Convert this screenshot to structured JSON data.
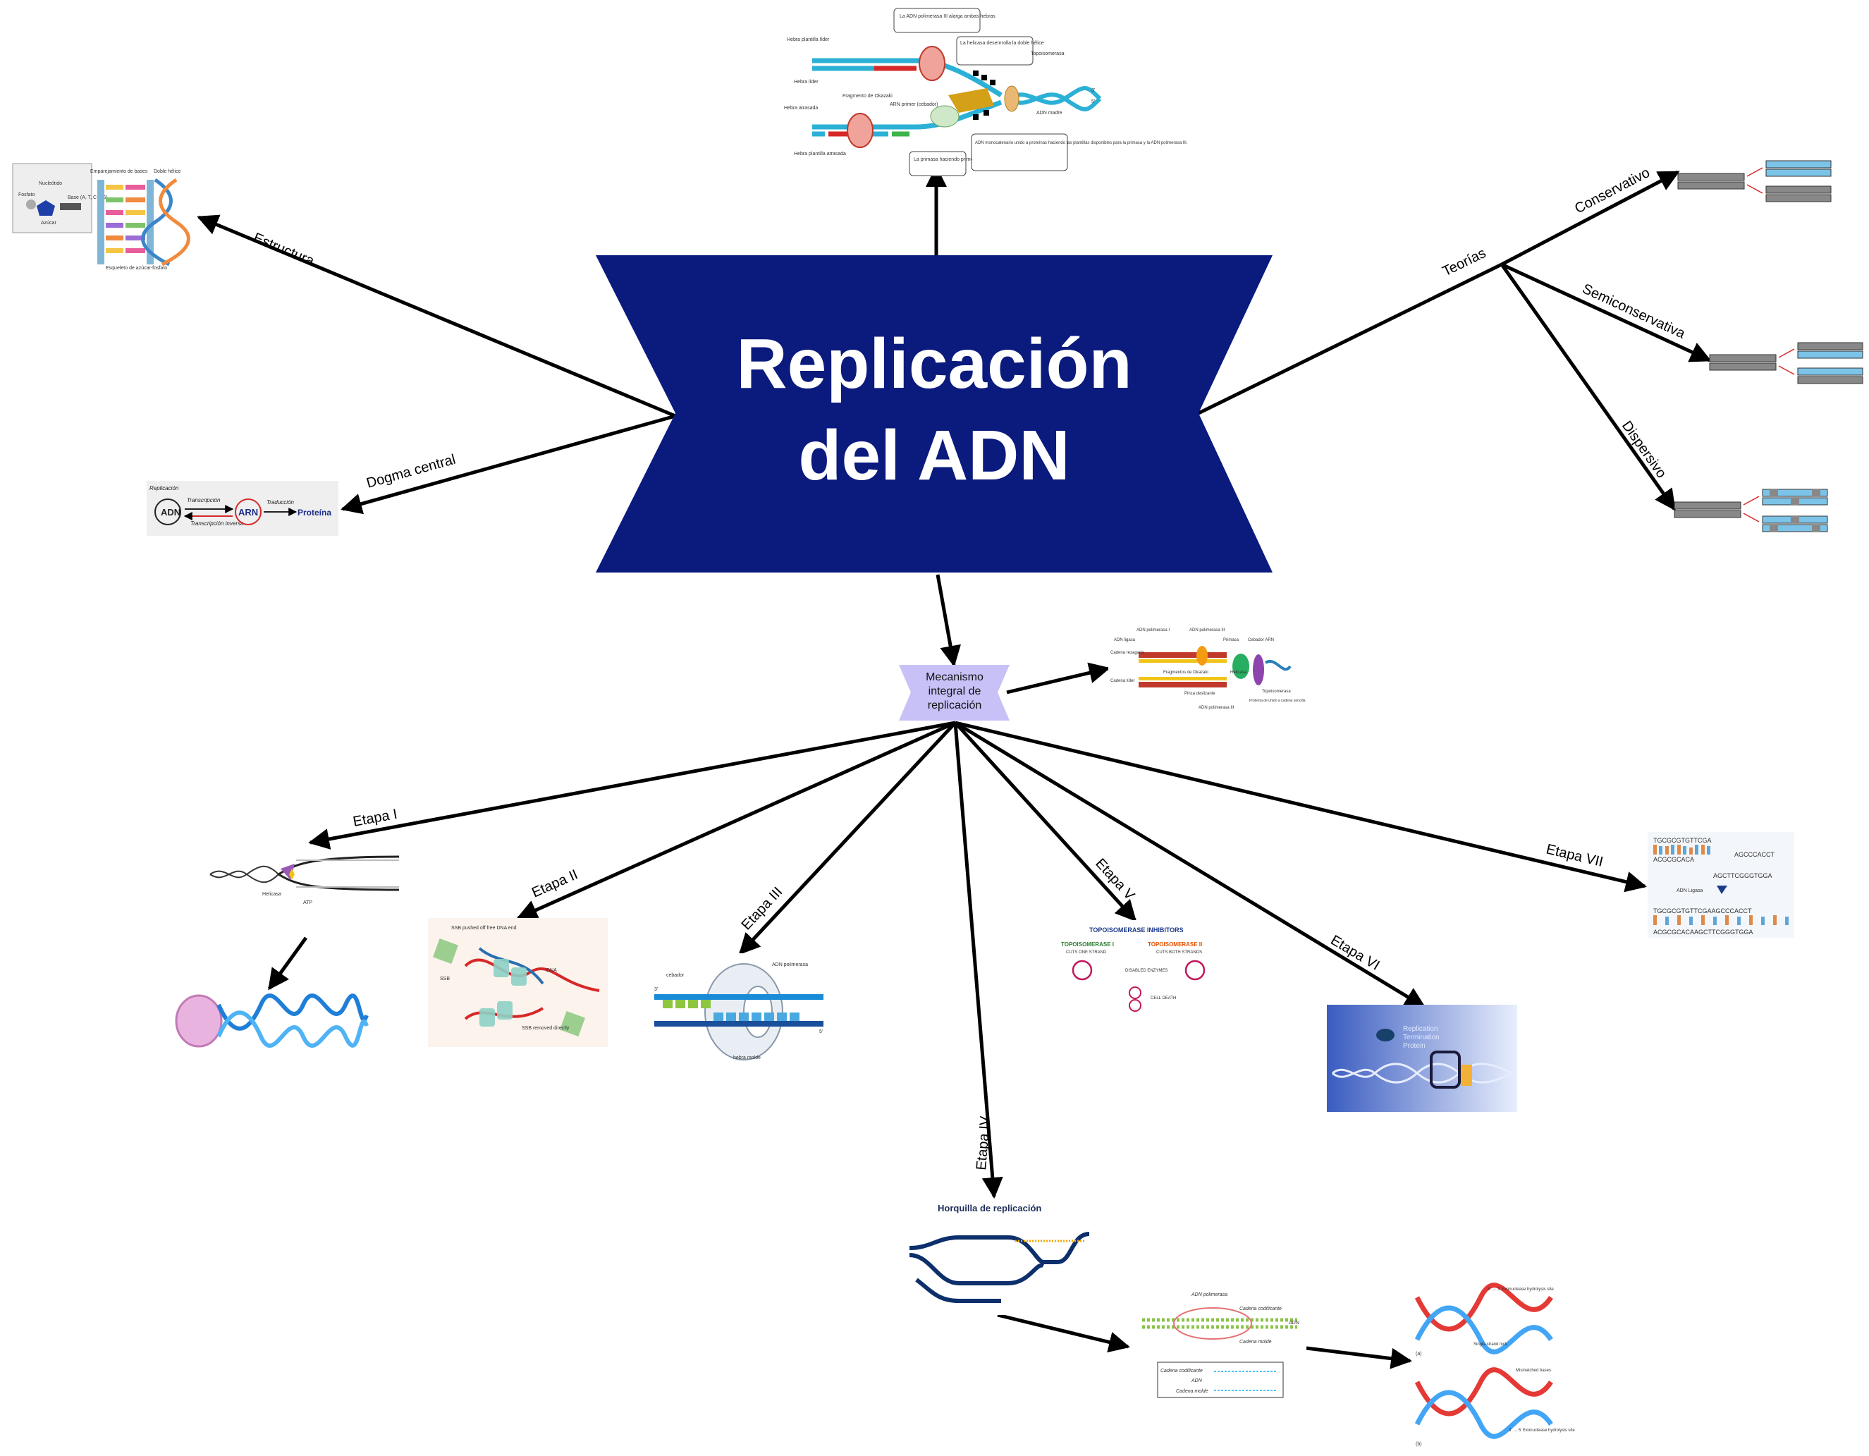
{
  "title": {
    "line1": "Replicación",
    "line2": "del ADN",
    "color": "#0a1a7d"
  },
  "mechanism": {
    "line1": "Mecanismo",
    "line2": "integral de",
    "line3": "replicación",
    "color": "#c7c1f7"
  },
  "branches": {
    "estructura": "Estructura",
    "dogma": "Dogma central",
    "teorias": "Teorías",
    "conservativo": "Conservativo",
    "semiconservativa": "Semiconservativa",
    "dispersivo": "Dispersivo",
    "etapa1": "Etapa I",
    "etapa2": "Etapa II",
    "etapa3": "Etapa III",
    "etapa4": "Etapa IV",
    "etapa5": "Etapa V",
    "etapa6": "Etapa VI",
    "etapa7": "Etapa VII"
  },
  "top_figure": {
    "pol3": "La ADN polimerasa III alarga ambas hebras",
    "helicasa": "La helicasa desenrrolla la doble hélice",
    "topoisomerasa": "Topoisomerasa",
    "lider_plantilla": "Hebra plantilla líder",
    "lider": "Hebra líder",
    "okazaki": "Fragmento de Okazaki",
    "primer": "ARN primer (cebador)",
    "atrasada": "Hebra atrasada",
    "adn_madre": "ADN madre",
    "plantilla_atrasada": "Hebra plantilla atrasada",
    "primasa": "La primasa haciendo primer's",
    "monocatenario": "ADN monocatenario unido a proteínas haciendo las plantillas disponibles para la primasa y la ADN polimerasa III.",
    "three": "3'",
    "five": "5'"
  },
  "estructura_figure": {
    "nucleotido": "Nucleótido",
    "emparejamiento": "Emparejamiento de bases",
    "doble": "Doble hélice",
    "base": "Base (A, T, C ó G)",
    "fosfato": "Fosfato",
    "azucar": "Azúcar",
    "esqueleto": "Esqueleto de azúcar-fosfato"
  },
  "dogma_figure": {
    "replicacion": "Replicación",
    "adn": "ADN",
    "transcripcion": "Transcripción",
    "arn": "ARN",
    "traduccion": "Traducción",
    "proteina": "Proteína",
    "transcripcion_inversa": "Transcripción inversa"
  },
  "mech_figure": {
    "pol1": "ADN polimerasa I",
    "pol3": "ADN polimerasa III",
    "ligasa": "ADN ligasa",
    "primasa": "Primasa",
    "cebador": "Cebador ARN",
    "rezagada": "Cadena rezagada",
    "lider": "Cadena líder",
    "okazaki": "Fragmentos de Okazaki",
    "helicasa": "Helicasa",
    "pinza": "Pinza deslizante",
    "topo": "Topoisomerasa",
    "ssb": "Proteína de unión a cadena sencilla",
    "pol3b": "ADN polimerasa III"
  },
  "etapa1_figure": {
    "helicasa": "Helicasa",
    "atp": "ATP"
  },
  "etapa2_figure": {
    "ssb_pushed": "SSB pushed off free DNA end",
    "ssb": "SSB",
    "dna": "DNA",
    "ssb_removed": "SSB removed directly"
  },
  "etapa3_figure": {
    "cebador": "cebador",
    "pol": "ADN polimerasa",
    "molde": "hebra molde",
    "three": "3'",
    "five": "5'"
  },
  "etapa4_figure": {
    "title": "Horquilla de replicación"
  },
  "etapa5_figure": {
    "title": "TOPOISOMERASE INHIBITORS",
    "topo1": "TOPOISOMERASE I",
    "topo1_sub": "CUTS ONE STRAND",
    "topo2": "TOPOISOMERASE II",
    "topo2_sub": "CUTS BOTH STRANDS",
    "disabled": "DISABLED ENZYMES",
    "death": "CELL DEATH"
  },
  "etapa6_figure": {
    "line1": "Replication",
    "line2": "Termination",
    "line3": "Protein",
    "bg": "#4a6fd0"
  },
  "etapa7_figure": {
    "seq1": "TGCGCGTGTTCGA",
    "seq2": "ACGCGCACA",
    "seq3": "AGCCCACCT",
    "seq4": "AGCTTCGGGTGGA",
    "ligasa": "ADN Ligasa",
    "seq5": "TGCGCGTGTTCGAAGCCCACCT",
    "seq6": "ACGCGCACAAGCTTCGGGTGGA"
  },
  "bottom_mid_figure": {
    "pol": "ADN polimerasa",
    "codificante": "Cadena codificante",
    "molde": "Cadena molde",
    "adn": "ADN",
    "cod2": "Cadena codificante",
    "adn2": "ADN",
    "molde2": "Cadena molde"
  },
  "bottom_right_figure": {
    "exo1": "5' → 3' Exonuclease hydrolysis site",
    "nick": "Single-strand nick",
    "mismatch": "Mismatched bases",
    "exo2": "3' → 5' Exonuclease hydrolysis site",
    "a": "(a)",
    "b": "(b)"
  }
}
